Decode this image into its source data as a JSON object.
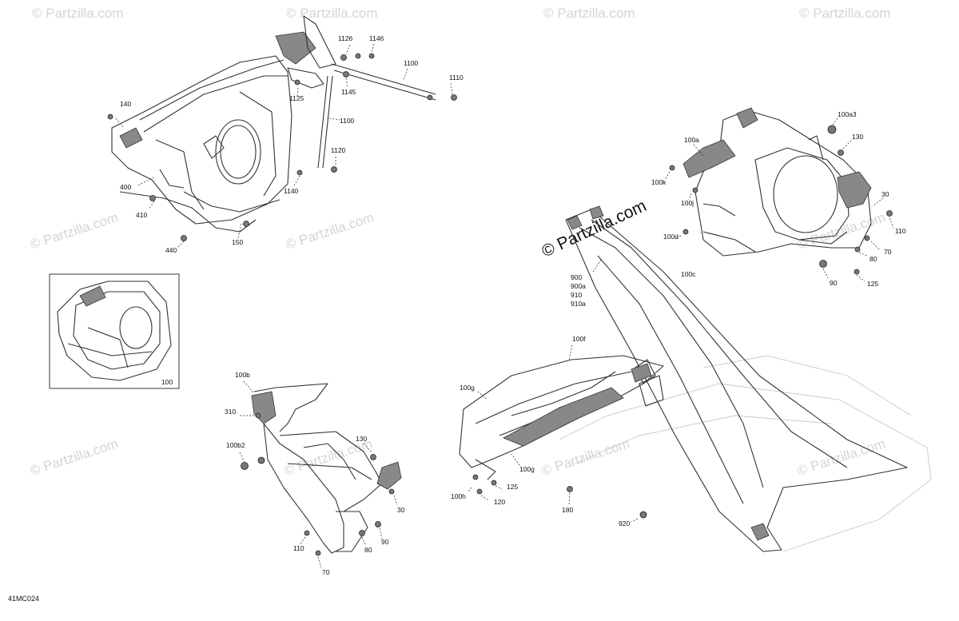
{
  "diagram": {
    "code": "41MC024",
    "watermark_small": "© Partzilla.com",
    "watermark_large": "© Partzilla.com",
    "labels": {
      "l140": "140",
      "l400": "400",
      "l410": "410",
      "l440": "440",
      "l150": "150",
      "l1126": "1126",
      "l1146": "1146",
      "l1100a": "1100",
      "l1110": "1110",
      "l1125": "1125",
      "l1145": "1145",
      "l1100b": "1100",
      "l1120": "1120",
      "l1140": "1140",
      "l100inset": "100",
      "l100b": "100b",
      "l310": "310",
      "l100b2": "100b2",
      "l130a": "130",
      "l30a": "30",
      "l110a": "110",
      "l80a": "80",
      "l90a": "90",
      "l70a": "70",
      "l100a3": "100a3",
      "l100a": "100a",
      "l130b": "130",
      "l100k": "100k",
      "l100j": "100j",
      "l30b": "30",
      "l110b": "110",
      "l100d": "100d",
      "l70b": "70",
      "l80b": "80",
      "l100c": "100c",
      "l90b": "90",
      "l125a": "125",
      "l900": "900",
      "l900a": "900a",
      "l910": "910",
      "l910a": "910a",
      "l100f": "100f",
      "l100g1": "100g",
      "l100g2": "100g",
      "l125b": "125",
      "l100h": "100h",
      "l120": "120",
      "l180": "180",
      "l920": "920"
    }
  }
}
